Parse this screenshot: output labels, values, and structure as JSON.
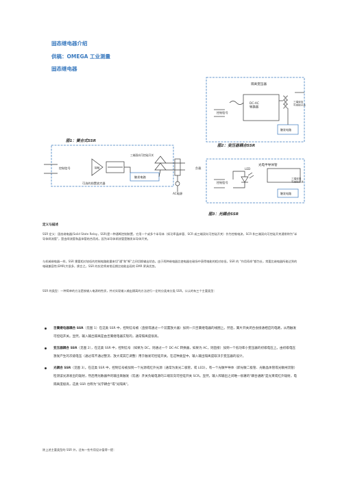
{
  "header": {
    "line1": "固态继电器介绍",
    "line2": "供稿：OMEGA 工业测量",
    "line3": "固态继电器"
  },
  "figure1": {
    "caption": "图1：簧合式SSR",
    "control_signal": "控制信号",
    "amplifier": "可选的前置放大器",
    "reed": "接触",
    "triac_trigger": "三端双向可控硅开关",
    "trigger_circuit": "触发电路",
    "load": "负载",
    "ac_power": "AC电源"
  },
  "figure2": {
    "caption": "图2：变压器耦合SSR",
    "transformer": "隔离变压器",
    "control_signal": "控制信号",
    "converter": "DC-AC\n转换器",
    "triac_switch": "三端双向\n可控硅开关",
    "trigger_circuit": "触发电路"
  },
  "figure3": {
    "caption": "图3：光耦合SSR",
    "photo_transistor": "光电半导体管",
    "control_signal": "控制信号",
    "led": "LED",
    "triac_switch": "三端双向\n可控硅开关",
    "trigger_circuit": "触发电路"
  },
  "body": {
    "section_title": "定义与描述",
    "p1": "SSR 定义：固态继电器(Solid State Relay，SSR)是一种通断控制装置，它用一个或多个半导体（如功率晶体管、SCR 或三端双向可控硅开关）作为控制电流，SCR 和三端双向可控硅开关通常称为\"半导体闸流管\"，是由闸流管和晶体管结合而成，因为半导体闸流管是触发半导体开关。",
    "p2": "与机械继电器一样，SSR 需要相对较低的控制电路能量来切\"通\"和\"断\"之间切换输出状态。由于两种继电器比使电器在磁场中获得电能的相对较低，SSR 的 \"作用寿命\"都为长，常要比继电器所能达到的电磁兼容性(EMR)大很多，换言之，SSR 的实验将来常远期比较能出现的 EMR 更具优势。",
    "p3": "SSR 的类型：一种简单的方法是按输入电源的性质，并对实现输入输出隔离的方法进行一定的分类来分类 SSR。公认的有三个主要类型："
  },
  "bullets": [
    {
      "bold": "舌簧继电器耦合 SSR",
      "text": "（见图 1）在这类 SSR 中，控制信号被（直接或通过一个前置放大器）加到一只舌簧继电器的线圈上。然后，簧片开关闭合会接通相应的电路，从而触发可控硅开关。显然，输入输出隔离是由舌簧继电器实现的，通常隔离度很高。"
    },
    {
      "bold": "变压器耦合 SSR",
      "text": "（见图 2），在这类 SSR 中，控制信号（如果为 DC，则通过一个 DC-AC 转换器，如果为 AC，则直接）加到一个低功率小变压器的初级电压上。由初级电压激发产生的次级电压（通过或不通过整流、放大或其它调整）用于触发可控硅开关。在这种类型中，输入输出隔离度取决于变压器的设计。"
    },
    {
      "bold": "光耦合 SSR",
      "text": "（见图 3）。在这类 SSR 中，控制信号被加到一个光源或红外光源（通常为发光二极管，或 LED）。有一个光敏半导体（即光敏二极管、光敏晶体管或光敏闸流管）检测该光源发出的辐射，然后用光敏器件的输出来触发（迄通）开关负载电源的三端双向可控硅开关 SCR。显然，输入和输出之间唯一很著的\"耦合通路\"是光束或红外辐射，电隔离度极高，这类 SSR 也称为\"光学耦合\"或\"光隔离\"。"
    }
  ],
  "footnote": "除上述主要类型的 SSR 外，还有一些专用设计值得一提：",
  "colors": {
    "title": "#3a7abf",
    "box_border": "#3a7abf",
    "figure_line": "#333333"
  }
}
